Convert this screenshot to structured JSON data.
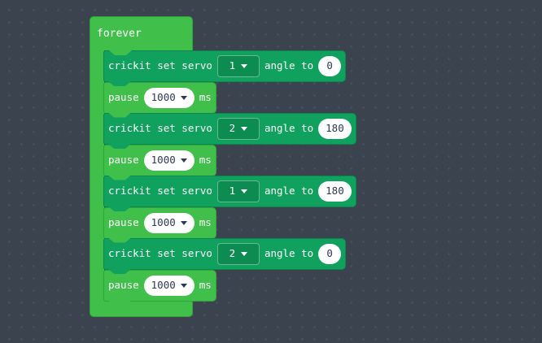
{
  "colors": {
    "bg": "#3b434e",
    "dot": "#4b535e",
    "loops_fill": "#41bf4b",
    "loops_stroke": "#2fa53b",
    "crickit_fill": "#10a15e",
    "crickit_stroke": "#0c8650",
    "field_bg": "#ffffff",
    "field_text": "#2d3757"
  },
  "program": {
    "forever_label": "forever",
    "blocks": [
      {
        "kind": "crickit",
        "text1": "crickit set servo",
        "servo": "1",
        "text2": "angle to",
        "angle": "0"
      },
      {
        "kind": "pause",
        "text1": "pause",
        "duration": "1000",
        "text2": "ms"
      },
      {
        "kind": "crickit",
        "text1": "crickit set servo",
        "servo": "2",
        "text2": "angle to",
        "angle": "180"
      },
      {
        "kind": "pause",
        "text1": "pause",
        "duration": "1000",
        "text2": "ms"
      },
      {
        "kind": "crickit",
        "text1": "crickit set servo",
        "servo": "1",
        "text2": "angle to",
        "angle": "180"
      },
      {
        "kind": "pause",
        "text1": "pause",
        "duration": "1000",
        "text2": "ms"
      },
      {
        "kind": "crickit",
        "text1": "crickit set servo",
        "servo": "2",
        "text2": "angle to",
        "angle": "0"
      },
      {
        "kind": "pause",
        "text1": "pause",
        "duration": "1000",
        "text2": "ms"
      }
    ]
  }
}
